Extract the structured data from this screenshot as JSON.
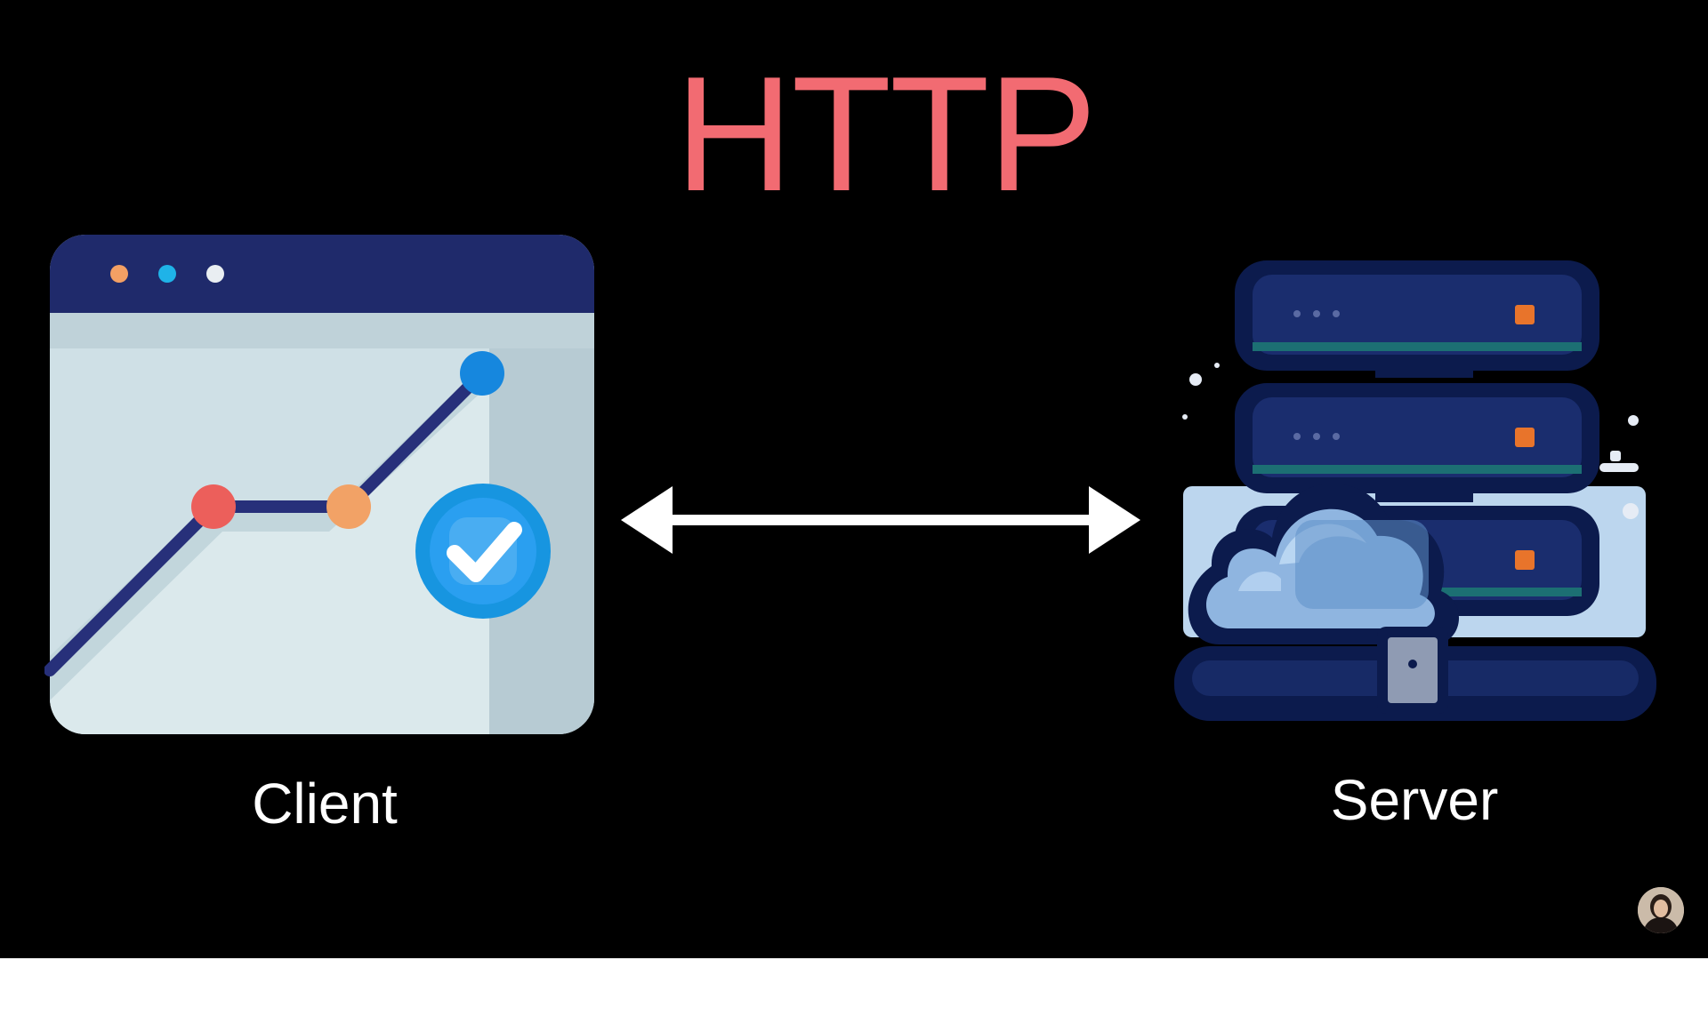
{
  "diagram": {
    "title": "HTTP",
    "client": {
      "label": "Client",
      "icon": "browser-window-chart-icon"
    },
    "server": {
      "label": "Server",
      "icon": "server-rack-cloud-icon"
    },
    "connector": {
      "type": "bidirectional-arrow"
    }
  },
  "overlay": {
    "avatar_icon": "presenter-avatar-icon"
  },
  "colors": {
    "background": "#000000",
    "title": "#f26b72",
    "label": "#ffffff",
    "browser_bar": "#1f2a6b",
    "browser_body": "#d3e3e8",
    "server_dark": "#0c1b4d",
    "check_blue": "#1e88e5"
  }
}
